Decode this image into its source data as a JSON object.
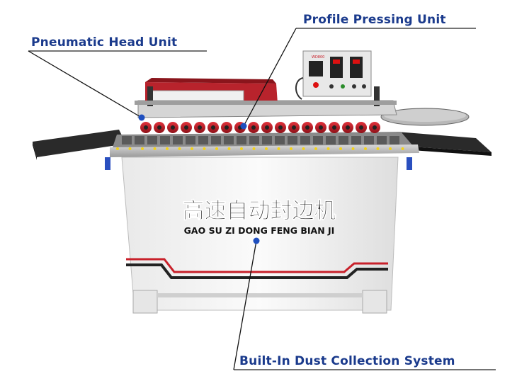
{
  "labels": {
    "pneumatic": "Pneumatic Head Unit",
    "profile": "Profile Pressing Unit",
    "dust": "Built-In Dust Collection System"
  },
  "machine": {
    "title_cn": "高速自动封边机",
    "title_pinyin": "GAO SU ZI DONG FENG BIAN JI",
    "panel_brand": "WD800"
  },
  "colors": {
    "label_text": "#1a3a8c",
    "accent_red": "#c8202a",
    "marker_blue": "#1f4fbf",
    "body_white": "#f4f4f4",
    "table_dark": "#2a2a2a"
  },
  "icons": [
    "callout-dot-icon"
  ]
}
